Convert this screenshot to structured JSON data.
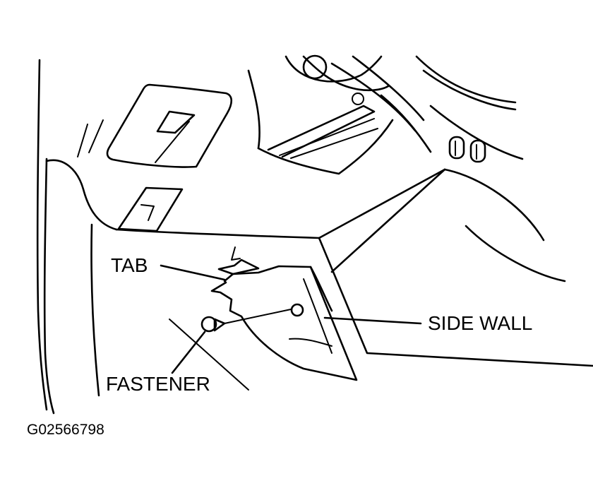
{
  "callouts": {
    "tab": "TAB",
    "side_wall": "SIDE WALL",
    "fastener": "FASTENER"
  },
  "figure_id": "G02566798",
  "line_color": "#000000",
  "background_color": "#ffffff"
}
